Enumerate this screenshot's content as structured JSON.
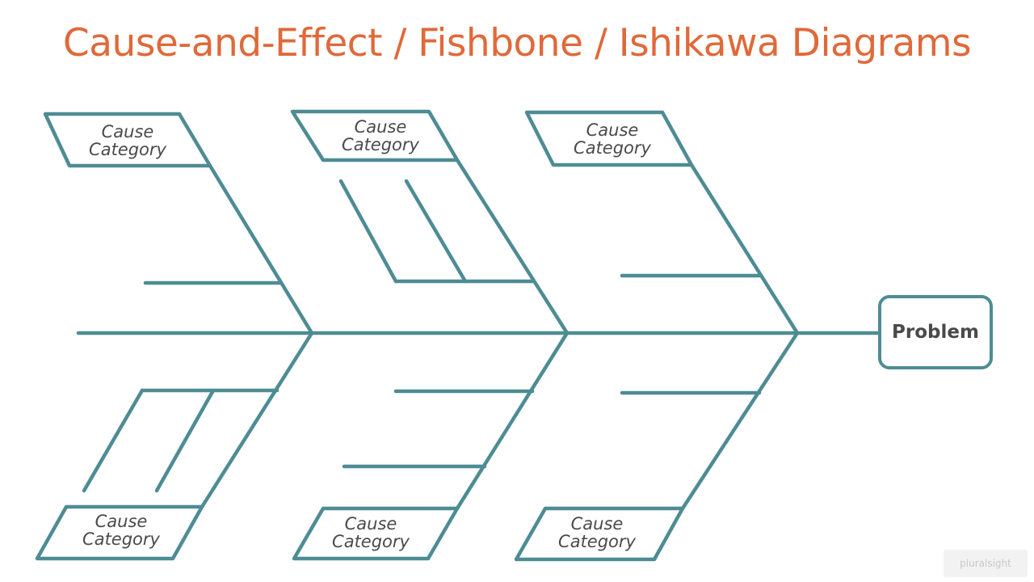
{
  "title": "Cause-and-Effect / Fishbone / Ishikawa Diagrams",
  "effect": {
    "label": "Problem"
  },
  "categories": [
    {
      "line1": "Cause",
      "line2": "Category"
    },
    {
      "line1": "Cause",
      "line2": "Category"
    },
    {
      "line1": "Cause",
      "line2": "Category"
    },
    {
      "line1": "Cause",
      "line2": "Category"
    },
    {
      "line1": "Cause",
      "line2": "Category"
    },
    {
      "line1": "Cause",
      "line2": "Category"
    }
  ],
  "watermark": "pluralsight",
  "colors": {
    "title": "#e0693a",
    "lines": "#4e8c94",
    "text": "#4a4a4a"
  }
}
